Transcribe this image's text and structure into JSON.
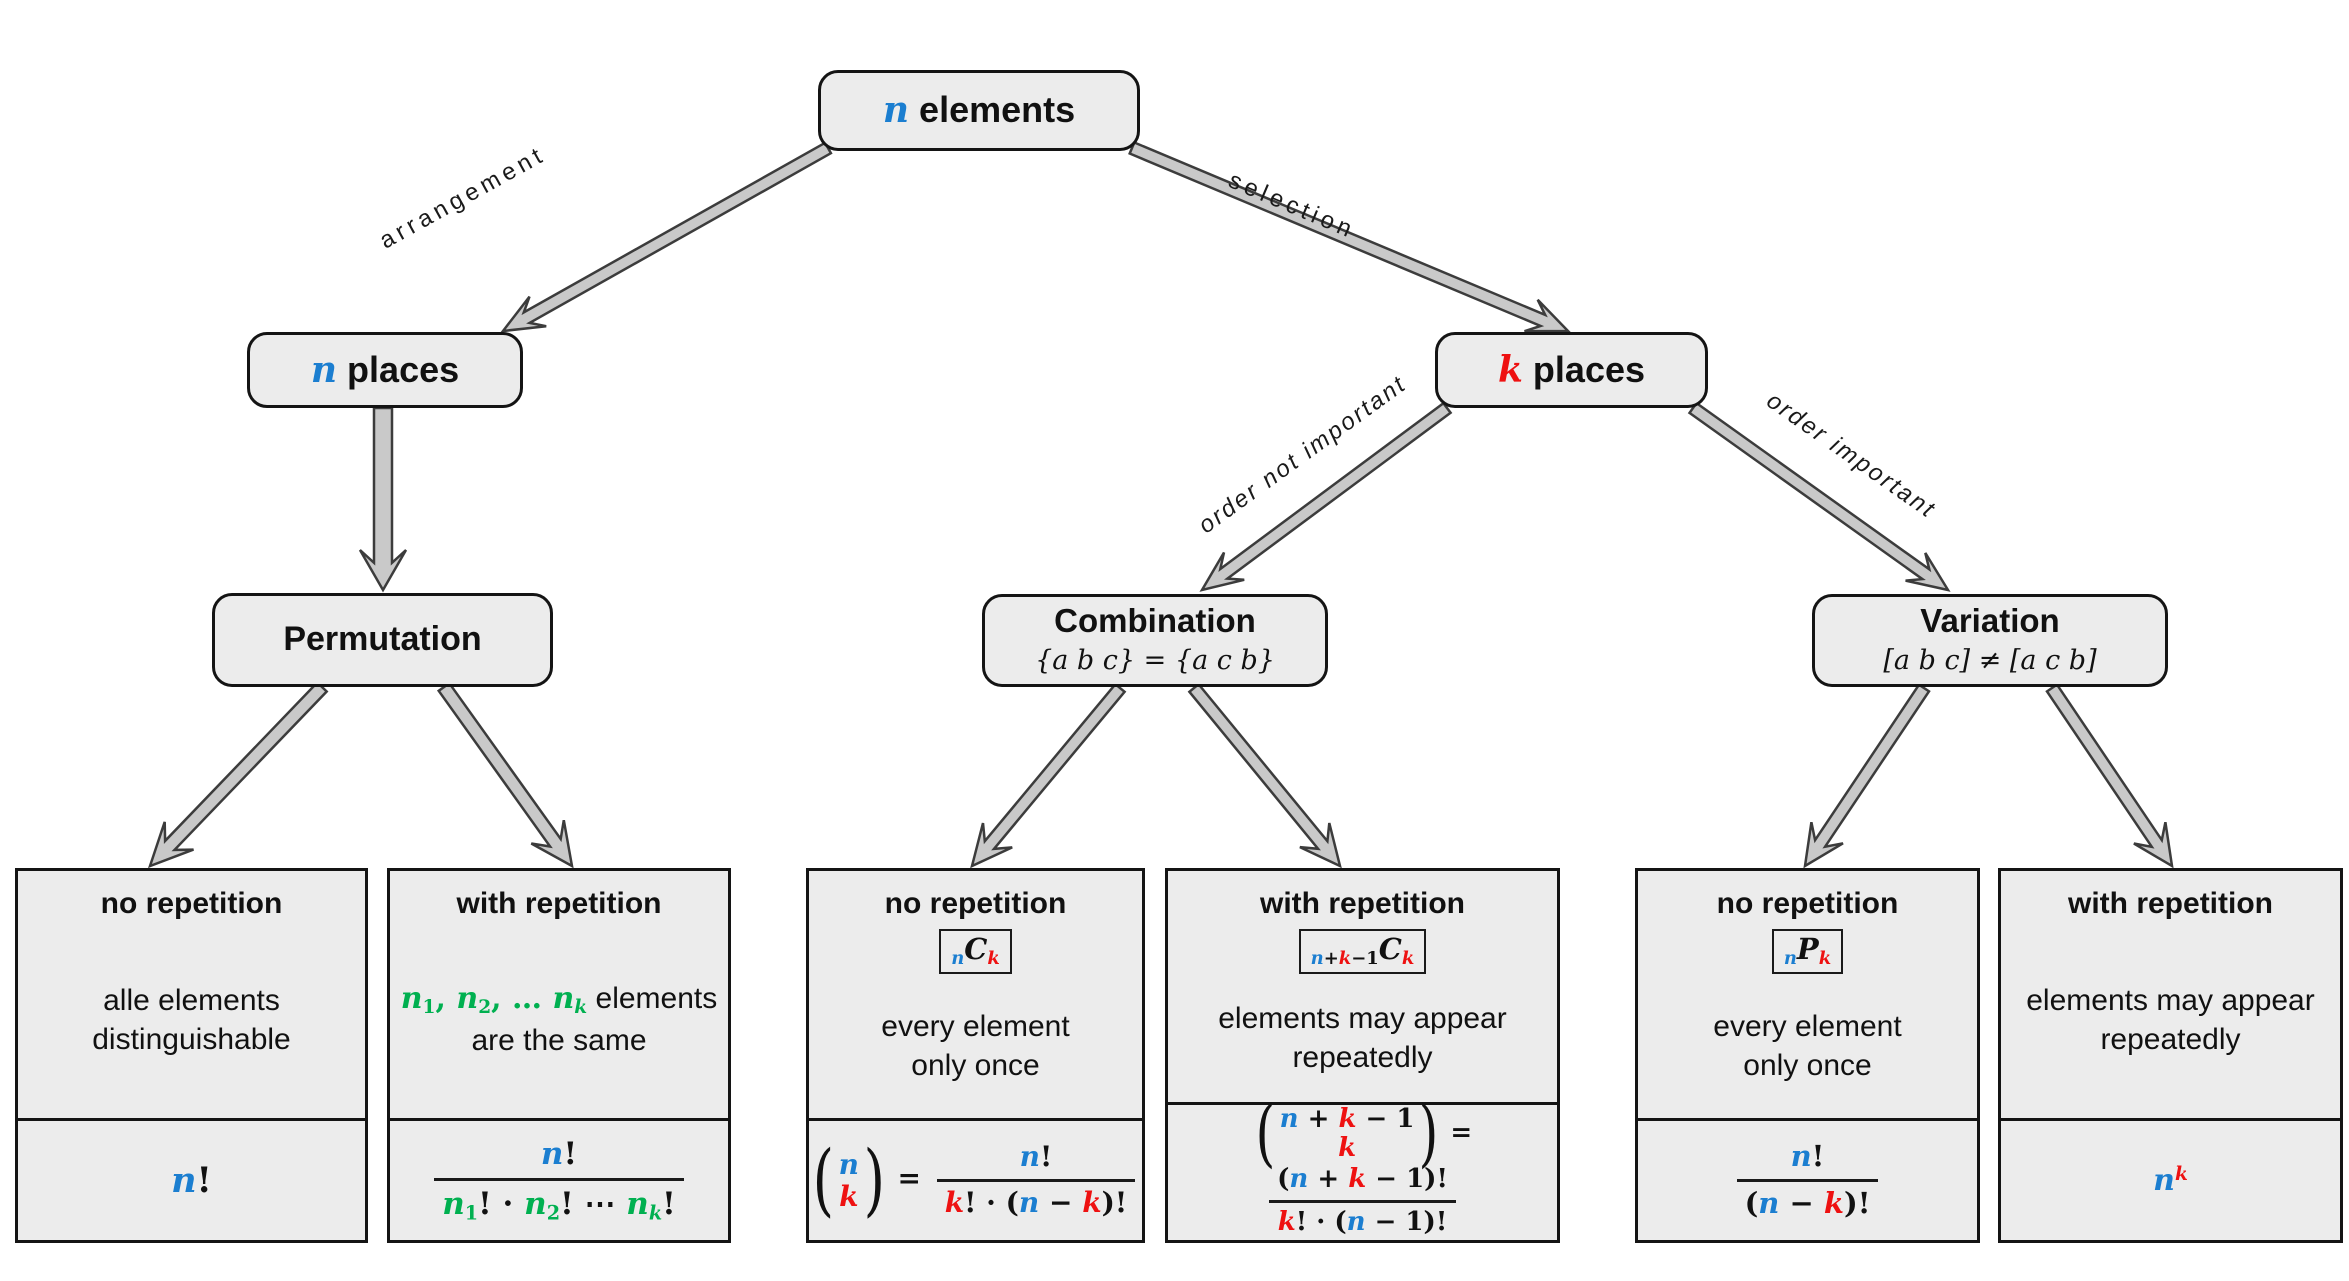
{
  "palette": {
    "blue": "#1b7ed0",
    "red": "#ee1111",
    "green": "#00B050",
    "node_fill": "#ececec",
    "outline": "#141414",
    "arrow_fill": "#c9c9c9",
    "arrow_outline": "#3c3c3c"
  },
  "nodes": {
    "elements": {
      "tokens": [
        {
          "t": "n",
          "c": "blue",
          "m": 1
        },
        {
          "t": " elements"
        }
      ]
    },
    "n_places": {
      "tokens": [
        {
          "t": "n",
          "c": "blue",
          "m": 1
        },
        {
          "t": " places"
        }
      ]
    },
    "k_places": {
      "tokens": [
        {
          "t": "k",
          "c": "red",
          "m": 1
        },
        {
          "t": " places"
        }
      ]
    },
    "permutation": {
      "title": "Permutation"
    },
    "combination": {
      "title": "Combination",
      "subtitle": [
        {
          "t": "{a b c} = {a c b}",
          "i": 1
        }
      ]
    },
    "variation": {
      "title": "Variation",
      "subtitle": [
        {
          "t": "[a b c] ≠ [a c b]",
          "i": 1
        }
      ]
    }
  },
  "edge_labels": {
    "arrangement": "arrangement",
    "selection": "selection",
    "order_not_important": "order not important",
    "order_important": "order important"
  },
  "leaves": [
    {
      "id": "permutation-no-repetition",
      "heading": "no repetition",
      "desc": [
        {
          "t": "alle elements"
        },
        {
          "br": 1
        },
        {
          "t": "distinguishable"
        }
      ],
      "formula": [
        {
          "t": "n",
          "c": "blue",
          "m": 1
        },
        {
          "t": "!"
        }
      ]
    },
    {
      "id": "permutation-with-repetition",
      "heading": "with repetition",
      "desc": [
        {
          "t": "n",
          "c": "green",
          "m": 1
        },
        {
          "t": "1",
          "c": "green",
          "sub": 1,
          "sf": 1
        },
        {
          "t": ", ",
          "c": "green",
          "sf": 1
        },
        {
          "t": "n",
          "c": "green",
          "m": 1
        },
        {
          "t": "2",
          "c": "green",
          "sub": 1,
          "sf": 1
        },
        {
          "t": ", … ",
          "c": "green",
          "sf": 1
        },
        {
          "t": "n",
          "c": "green",
          "m": 1
        },
        {
          "t": "k",
          "c": "green",
          "m": 1,
          "sub": 1
        },
        {
          "t": " elements"
        },
        {
          "br": 1
        },
        {
          "t": "are the same"
        }
      ],
      "formula": [
        {
          "frac": {
            "num": [
              {
                "t": "n",
                "c": "blue",
                "m": 1
              },
              {
                "t": "!"
              }
            ],
            "den": [
              {
                "t": "n",
                "c": "green",
                "m": 1
              },
              {
                "t": "1",
                "c": "green",
                "sub": 1
              },
              {
                "t": "! · "
              },
              {
                "t": "n",
                "c": "green",
                "m": 1
              },
              {
                "t": "2",
                "c": "green",
                "sub": 1
              },
              {
                "t": "! ⋯ "
              },
              {
                "t": "n",
                "c": "green",
                "m": 1
              },
              {
                "t": "k",
                "c": "green",
                "m": 1,
                "sub": 1
              },
              {
                "t": "!"
              }
            ]
          }
        }
      ]
    },
    {
      "id": "combination-no-repetition",
      "heading": "no repetition",
      "badge": [
        {
          "t": "n",
          "c": "blue",
          "m": 1,
          "sub": 1
        },
        {
          "t": "C",
          "m": 1
        },
        {
          "t": "k",
          "c": "red",
          "m": 1,
          "sub": 1
        }
      ],
      "desc": [
        {
          "t": "every element"
        },
        {
          "br": 1
        },
        {
          "t": "only once"
        }
      ],
      "formula": [
        {
          "binom": {
            "top": [
              {
                "t": "n",
                "c": "blue",
                "m": 1
              }
            ],
            "bot": [
              {
                "t": "k",
                "c": "red",
                "m": 1
              }
            ]
          }
        },
        {
          "t": " = "
        },
        {
          "frac": {
            "num": [
              {
                "t": "n",
                "c": "blue",
                "m": 1
              },
              {
                "t": "!"
              }
            ],
            "den": [
              {
                "t": "k",
                "c": "red",
                "m": 1
              },
              {
                "t": "! · ("
              },
              {
                "t": "n",
                "c": "blue",
                "m": 1
              },
              {
                "t": " − "
              },
              {
                "t": "k",
                "c": "red",
                "m": 1
              },
              {
                "t": ")!"
              }
            ]
          }
        }
      ]
    },
    {
      "id": "combination-with-repetition",
      "heading": "with repetition",
      "badge": [
        {
          "t": "n",
          "c": "blue",
          "m": 1,
          "sub": 1
        },
        {
          "t": "+",
          "sub": 1
        },
        {
          "t": "k",
          "c": "red",
          "m": 1,
          "sub": 1
        },
        {
          "t": "−1",
          "sub": 1
        },
        {
          "t": "C",
          "m": 1
        },
        {
          "t": "k",
          "c": "red",
          "m": 1,
          "sub": 1
        }
      ],
      "desc": [
        {
          "t": "elements may appear"
        },
        {
          "br": 1
        },
        {
          "t": "repeatedly"
        }
      ],
      "compact": true,
      "formula": [
        {
          "binom": {
            "top": [
              {
                "t": "n",
                "c": "blue",
                "m": 1
              },
              {
                "t": " + "
              },
              {
                "t": "k",
                "c": "red",
                "m": 1
              },
              {
                "t": " − 1"
              }
            ],
            "bot": [
              {
                "t": "k",
                "c": "red",
                "m": 1
              }
            ]
          }
        },
        {
          "t": " = "
        },
        {
          "frac": {
            "num": [
              {
                "t": "("
              },
              {
                "t": "n",
                "c": "blue",
                "m": 1
              },
              {
                "t": " + "
              },
              {
                "t": "k",
                "c": "red",
                "m": 1
              },
              {
                "t": " − 1)!"
              }
            ],
            "den": [
              {
                "t": "k",
                "c": "red",
                "m": 1
              },
              {
                "t": "! · ("
              },
              {
                "t": "n",
                "c": "blue",
                "m": 1
              },
              {
                "t": " − 1)!"
              }
            ]
          }
        }
      ]
    },
    {
      "id": "variation-no-repetition",
      "heading": "no repetition",
      "badge": [
        {
          "t": "n",
          "c": "blue",
          "m": 1,
          "sub": 1
        },
        {
          "t": "P",
          "m": 1
        },
        {
          "t": "k",
          "c": "red",
          "m": 1,
          "sub": 1
        }
      ],
      "desc": [
        {
          "t": "every element"
        },
        {
          "br": 1
        },
        {
          "t": "only once"
        }
      ],
      "formula": [
        {
          "frac": {
            "num": [
              {
                "t": "n",
                "c": "blue",
                "m": 1
              },
              {
                "t": "!"
              }
            ],
            "den": [
              {
                "t": "("
              },
              {
                "t": "n",
                "c": "blue",
                "m": 1
              },
              {
                "t": " − "
              },
              {
                "t": "k",
                "c": "red",
                "m": 1
              },
              {
                "t": ")!"
              }
            ]
          }
        }
      ]
    },
    {
      "id": "variation-with-repetition",
      "heading": "with repetition",
      "desc": [
        {
          "t": "elements may appear"
        },
        {
          "br": 1
        },
        {
          "t": "repeatedly"
        }
      ],
      "formula": [
        {
          "t": "n",
          "c": "blue",
          "m": 1
        },
        {
          "t": "k",
          "c": "red",
          "m": 1,
          "sup": 1
        }
      ]
    }
  ]
}
